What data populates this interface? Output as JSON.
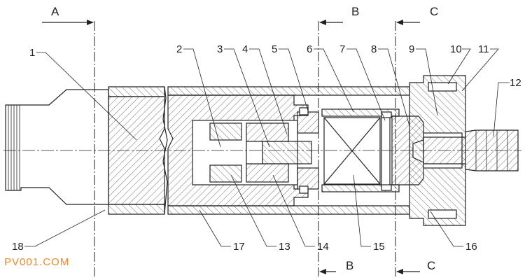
{
  "sections": {
    "a": "A",
    "b": "B",
    "c": "C"
  },
  "parts": [
    "1",
    "2",
    "3",
    "4",
    "5",
    "6",
    "7",
    "8",
    "9",
    "10",
    "11",
    "12",
    "13",
    "14",
    "15",
    "16",
    "17",
    "18"
  ],
  "watermark": "PV001.COM"
}
